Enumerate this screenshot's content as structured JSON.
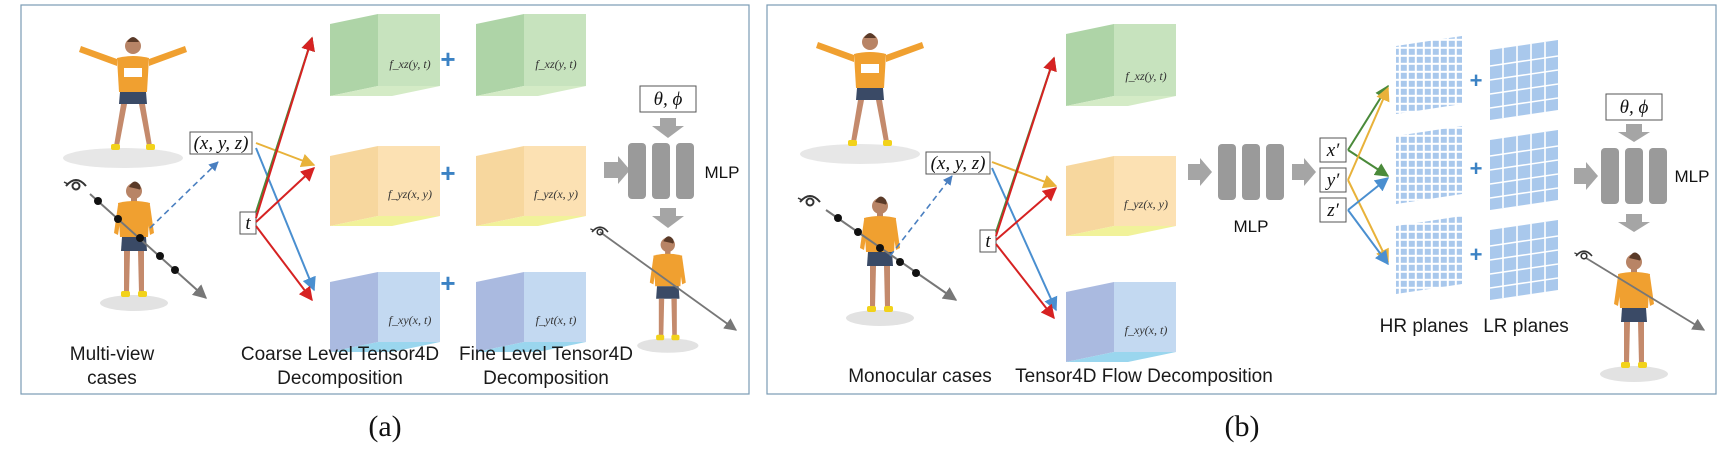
{
  "panel_a": {
    "input_coord": "(x, y, z)",
    "time_var": "t",
    "view_dir": "θ, ϕ",
    "mlp": "MLP",
    "labels": {
      "cases_line1": "Multi-view",
      "cases_line2": "cases",
      "coarse_line1": "Coarse Level Tensor4D",
      "coarse_line2": "Decomposition",
      "fine_line1": "Fine Level Tensor4D",
      "fine_line2": "Decomposition"
    },
    "plane_labels": {
      "xz": "f_xz(y, t)",
      "yz": "f_yz(x, y)",
      "xy": "f_xy(x, t)",
      "xz_f": "f_xz(y, t)",
      "yz_f": "f_yz(x, y)",
      "xy_f": "f_yt(x, t)"
    },
    "caption": "(a)"
  },
  "panel_b": {
    "input_coord": "(x, y, z)",
    "time_var": "t",
    "view_dir": "θ, ϕ",
    "mlp_mid": "MLP",
    "mlp_right": "MLP",
    "coords": [
      "x′",
      "y′",
      "z′"
    ],
    "labels": {
      "cases": "Monocular cases",
      "flow": "Tensor4D Flow Decomposition",
      "hr": "HR planes",
      "lr": "LR planes"
    },
    "plane_labels": {
      "xz": "f_xz(y, t)",
      "yz": "f_yz(x, y)",
      "xy": "f_xy(x, t)"
    },
    "caption": "(b)"
  },
  "colors": {
    "green": "#4a8a3a",
    "orange": "#e8b23a",
    "blue": "#4a8fd0",
    "red": "#d62222",
    "plus": "#3b82c4",
    "gray_block": "#9a9a9a",
    "panel_border": "#7a9bb5"
  },
  "icons": [
    "eye-icon",
    "plus-icon",
    "arrow-icon",
    "human-figure"
  ]
}
